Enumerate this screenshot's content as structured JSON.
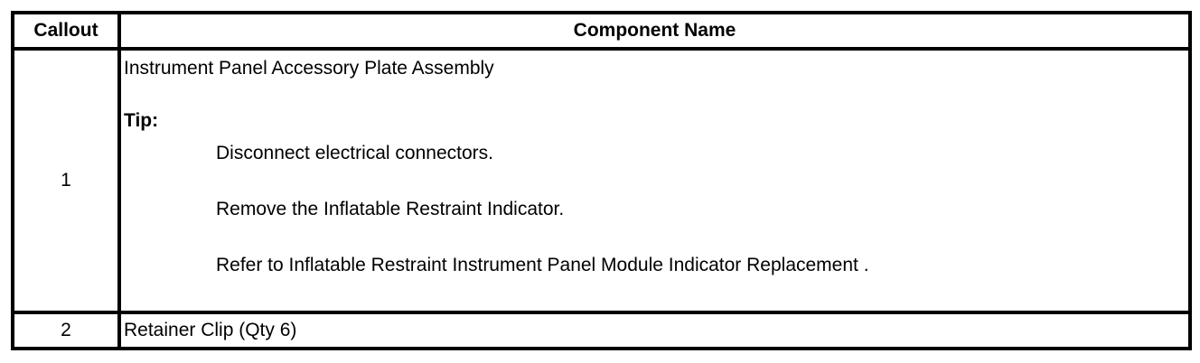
{
  "table": {
    "headers": {
      "callout": "Callout",
      "component_name": "Component Name"
    },
    "rows": [
      {
        "callout": "1",
        "name": "Instrument Panel Accessory Plate Assembly",
        "tip_label": "Tip:",
        "tip_steps": [
          "Disconnect electrical connectors.",
          "Remove the Inflatable Restraint Indicator.",
          "Refer to Inflatable Restraint Instrument Panel Module Indicator Replacement ."
        ]
      },
      {
        "callout": "2",
        "name": "Retainer Clip (Qty 6)"
      }
    ]
  }
}
